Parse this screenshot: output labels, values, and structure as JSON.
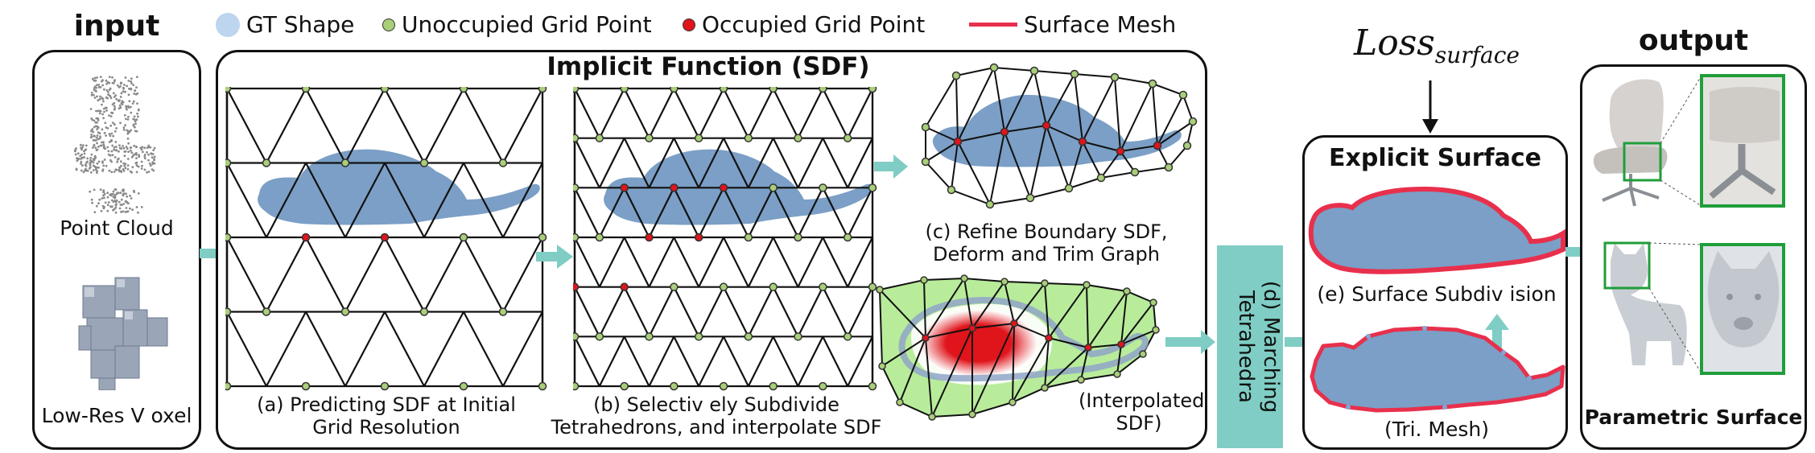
{
  "legend": {
    "gt_shape": "GT Shape",
    "unoccupied": "Unoccupied Grid Point",
    "occupied": "Occupied Grid Point",
    "surface_mesh": "Surface Mesh"
  },
  "input": {
    "title": "input",
    "point_cloud": "Point Cloud",
    "low_res_voxel": "Low-Res V oxel"
  },
  "implicit": {
    "title": "Implicit Function (SDF)",
    "a_line1": "(a) Predicting SDF at Initial",
    "a_line2": "Grid Resolution",
    "b_line1": "(b) Selectiv ely Subdivide",
    "b_line2": "Tetrahedrons, and interpolate SDF",
    "c_line1": "(c) Refine Boundary SDF,",
    "c_line2": "Deform and Trim Graph",
    "interp_line1": "(Interpolated",
    "interp_line2": "SDF)"
  },
  "marching": {
    "line1": "(d) Marching",
    "line2": "Tetrahedra"
  },
  "loss": {
    "base": "Loss",
    "sub": "surface"
  },
  "explicit": {
    "title": "Explicit Surface",
    "subdivision": "(e) Surface Subdiv ision",
    "tri_mesh": "(Tri. Mesh)"
  },
  "output": {
    "title": "output",
    "caption": "Parametric Surface"
  },
  "colors": {
    "gt_shape": "#7b9fc6",
    "unoccupied": "#a9cf7a",
    "occupied": "#e0141b",
    "surface_mesh": "#e8304c",
    "teal": "#7fcdc4",
    "green_region": "#b8ec9a",
    "zoom_box": "#1f9e3a"
  }
}
